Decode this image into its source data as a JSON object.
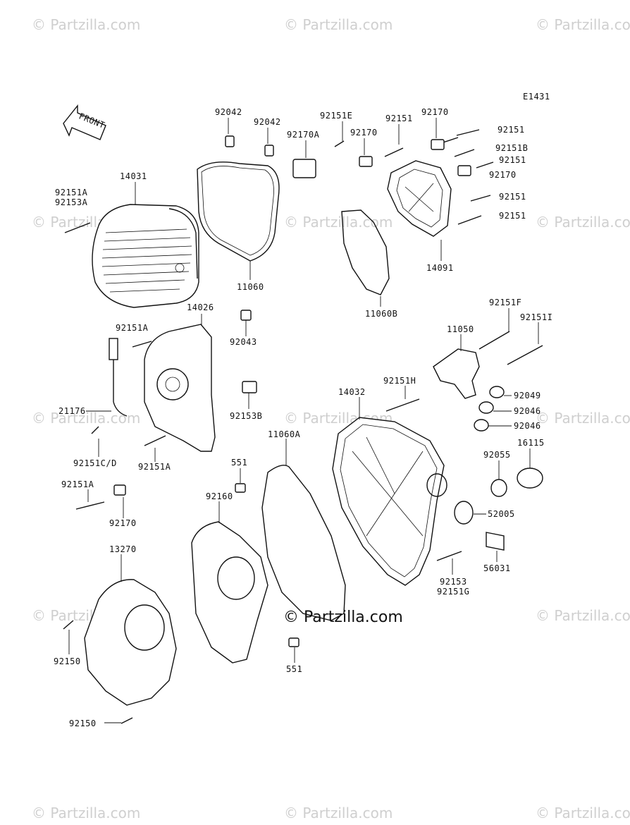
{
  "diagram": {
    "figure_code": "E1431",
    "front_arrow_label": "FRONT",
    "center_watermark": "© Partzilla.com",
    "watermark_text": "© Partzilla.com",
    "part_labels": {
      "p92042a": "92042",
      "p92042b": "92042",
      "p92151E": "92151E",
      "p92170A": "92170A",
      "p92151_top": "92151",
      "p92170_top": "92170",
      "p92170_mid": "92170",
      "p92151_r1": "92151",
      "p92151B": "92151B",
      "p92151_r2": "92151",
      "p92170_r": "92170",
      "p92151_r3": "92151",
      "p92151_r4": "92151",
      "p14031": "14031",
      "p92151A_top": "92151A",
      "p92153A": "92153A",
      "p11060": "11060",
      "p14091": "14091",
      "p11060B": "11060B",
      "p14026": "14026",
      "p92151A_mid": "92151A",
      "p92043": "92043",
      "p92151F": "92151F",
      "p92151I": "92151I",
      "p11050": "11050",
      "p92151H": "92151H",
      "p14032": "14032",
      "p92049": "92049",
      "p92046a": "92046",
      "p92046b": "92046",
      "p21176": "21176",
      "p92153B": "92153B",
      "p11060A": "11060A",
      "p16115": "16115",
      "p92151CD": "92151C/D",
      "p92151A_low": "92151A",
      "p551a": "551",
      "p92055": "92055",
      "p92151A_bl": "92151A",
      "p92160": "92160",
      "p52005": "52005",
      "p92170_bl": "92170",
      "p13270": "13270",
      "p56031": "56031",
      "p92153": "92153",
      "p92151G": "92151G",
      "p92150a": "92150",
      "p551b": "551",
      "p92150b": "92150"
    }
  }
}
